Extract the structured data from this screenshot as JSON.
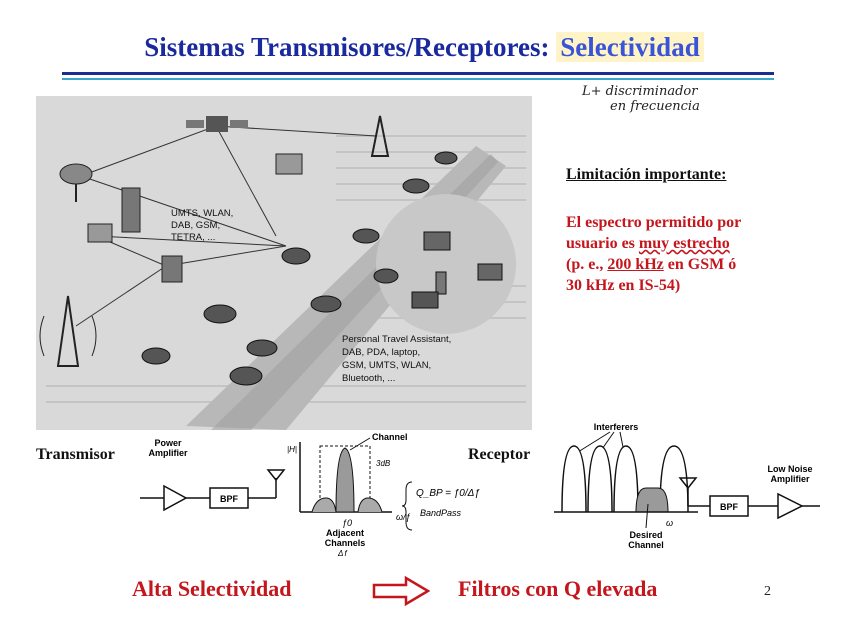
{
  "title": {
    "main": "Sistemas Transmisores/Receptores: ",
    "highlight": "Selectividad"
  },
  "handwritten_note": {
    "line1": "L+ discriminador",
    "line2": "en frecuencia"
  },
  "illustration": {
    "label_networks": [
      "UMTS, WLAN,",
      "DAB, GSM,",
      "TETRA, ..."
    ],
    "label_devices": [
      "Personal Travel Assistant,",
      "DAB, PDA, laptop,",
      "GSM, UMTS, WLAN,",
      "Bluetooth, ..."
    ]
  },
  "limitation": {
    "title": "Limitación importante:",
    "line1": "El espectro permitido por",
    "line2_a": "usuario es ",
    "line2_b": "muy estrecho",
    "line3_a": "(p. e., ",
    "line3_b": "200 kHz",
    "line3_c": " en GSM ó",
    "line4": "30 kHz en IS-54)"
  },
  "transmitter": {
    "label": "Transmisor",
    "power_amp": [
      "Power",
      "Amplifier"
    ],
    "bpf": "BPF",
    "channel": "Channel",
    "adjacent": [
      "Adjacent",
      "Channels"
    ],
    "axis": "ω",
    "f0": "ƒ0",
    "df": "Δƒ",
    "annot_q": "Q_BP = ƒ0/Δƒ",
    "annot_bp": "BandPass",
    "annot_3db": "3dB",
    "annot_h": "|H|",
    "annot_w": "ω/ƒ"
  },
  "receiver": {
    "label": "Receptor",
    "interferers": "Interferers",
    "desired": [
      "Desired",
      "Channel"
    ],
    "axis": "ω",
    "bpf": "BPF",
    "lna": [
      "Low Noise",
      "Amplifier"
    ]
  },
  "bottom": {
    "left": "Alta Selectividad",
    "right": "Filtros con Q elevada",
    "arrow": "arrow-right-icon"
  },
  "page_number": "2",
  "colors": {
    "title": "#1a2a9e",
    "red": "#c4161c",
    "rule_blue": "#1b2d93",
    "rule_cyan": "#3aa8c8"
  }
}
